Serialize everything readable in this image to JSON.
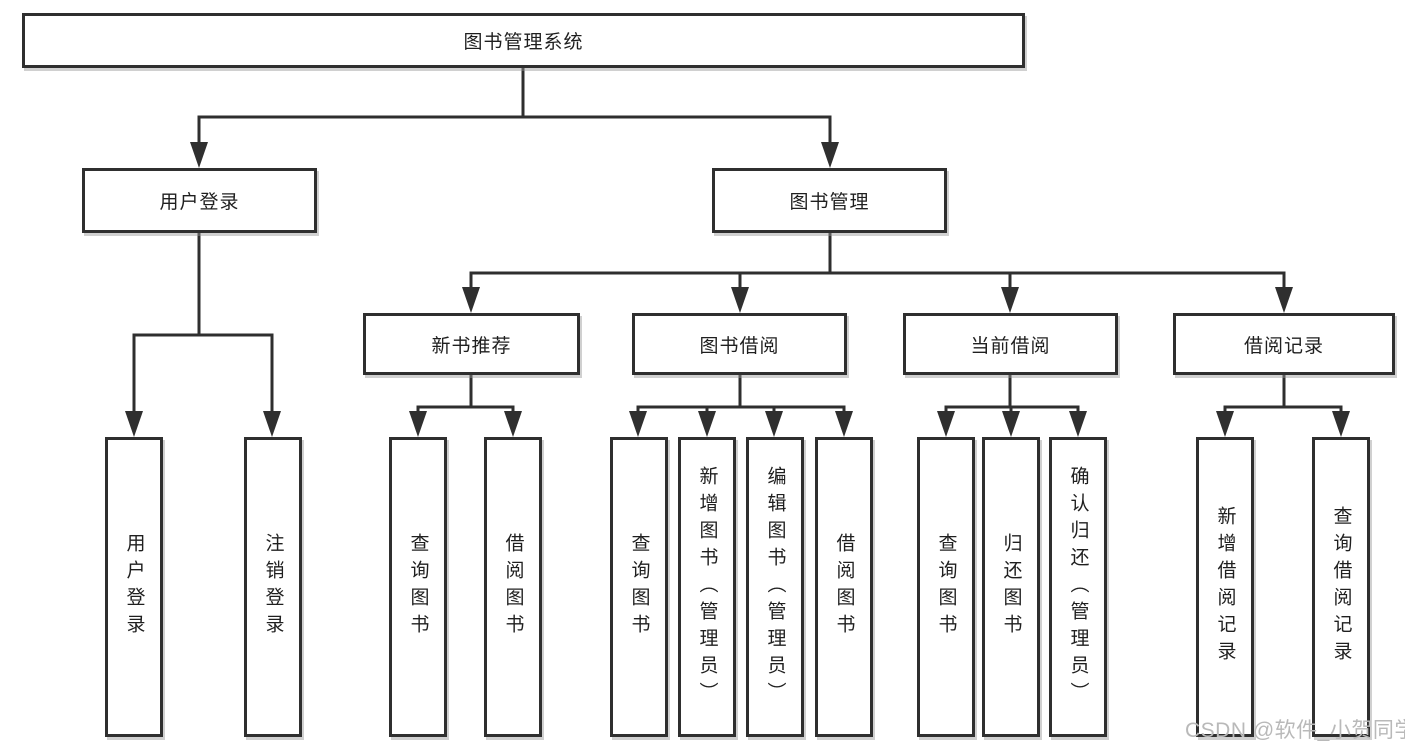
{
  "title": "图书管理系统",
  "nodes": {
    "root": "图书管理系统",
    "user_login": "用户登录",
    "book_mgmt": "图书管理",
    "new_books": "新书推荐",
    "book_borrow": "图书借阅",
    "current_borrow": "当前借阅",
    "borrow_records": "借阅记录"
  },
  "leaves": {
    "user_login_1": "用户登录",
    "user_login_2": "注销登录",
    "new_books_1": "查询图书",
    "new_books_2": "借阅图书",
    "book_borrow_1": "查询图书",
    "book_borrow_2": "新增图书（管理员）",
    "book_borrow_3": "编辑图书（管理员）",
    "book_borrow_4": "借阅图书",
    "current_borrow_1": "查询图书",
    "current_borrow_2": "归还图书",
    "current_borrow_3": "确认归还（管理员）",
    "borrow_records_1": "新增借阅记录",
    "borrow_records_2": "查询借阅记录"
  },
  "watermark": "CSDN @软件_小贺同学",
  "colors": {
    "line": "#2f2f2f",
    "text": "#1f1f1f",
    "watermark": "#b9b9b9",
    "background": "#ffffff"
  }
}
